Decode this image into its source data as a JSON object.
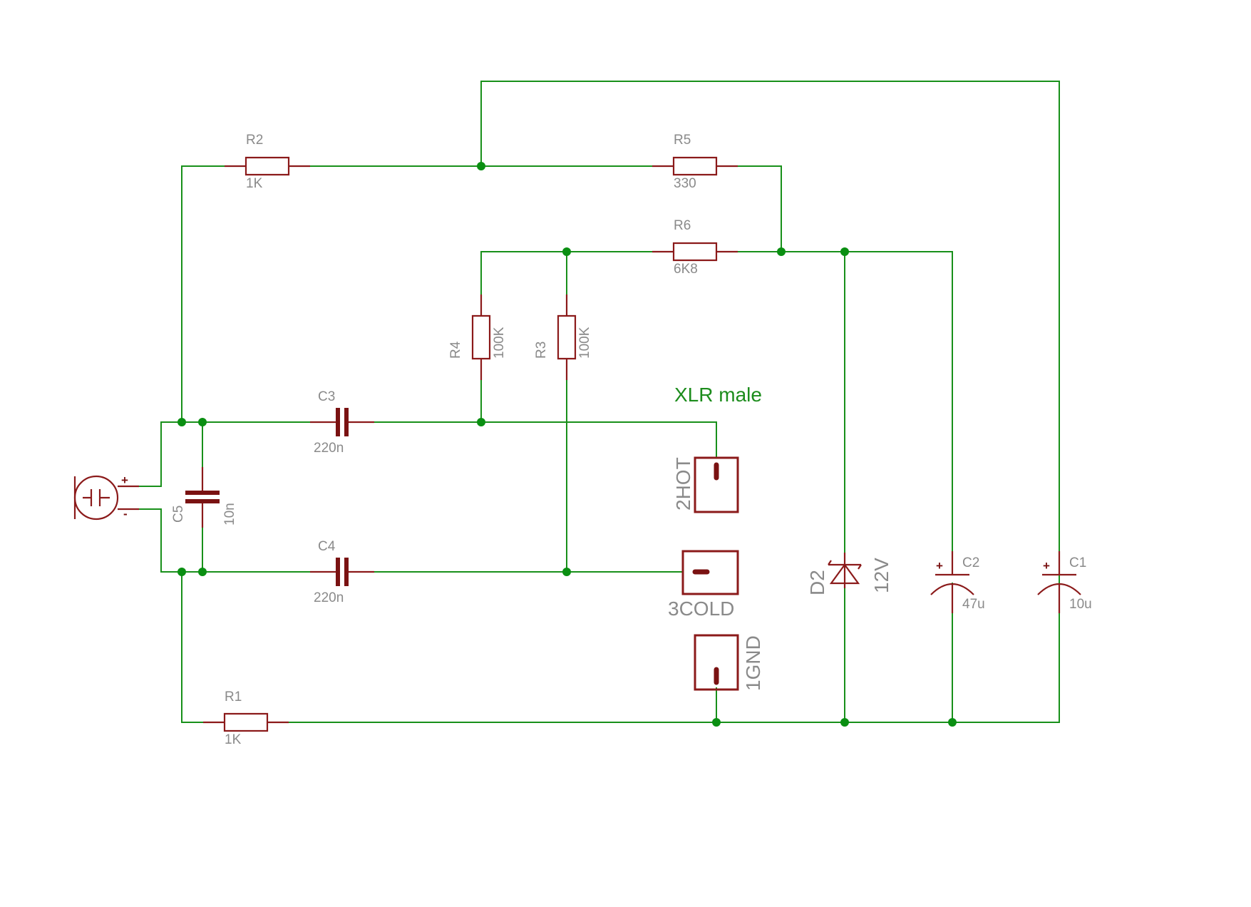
{
  "title": "XLR male",
  "colors": {
    "wire": "#18901a",
    "junction": "#0a8f12",
    "component": "#8b1a1a",
    "label": "#8a8a8a",
    "title": "#1c8c1c"
  },
  "components": {
    "R1": {
      "name": "R1",
      "value": "1K"
    },
    "R2": {
      "name": "R2",
      "value": "1K"
    },
    "R3": {
      "name": "R3",
      "value": "100K"
    },
    "R4": {
      "name": "R4",
      "value": "100K"
    },
    "R5": {
      "name": "R5",
      "value": "330"
    },
    "R6": {
      "name": "R6",
      "value": "6K8"
    },
    "C1": {
      "name": "C1",
      "value": "10u",
      "polarity": "+"
    },
    "C2": {
      "name": "C2",
      "value": "47u",
      "polarity": "+"
    },
    "C3": {
      "name": "C3",
      "value": "220n"
    },
    "C4": {
      "name": "C4",
      "value": "220n"
    },
    "C5": {
      "name": "C5",
      "value": "10n"
    },
    "D2": {
      "name": "D2",
      "value": "12V"
    },
    "MIC": {
      "plus": "+",
      "minus": "-"
    }
  },
  "xlr": {
    "pin2": "2HOT",
    "pin3": "3COLD",
    "pin1": "1GND"
  },
  "icons": {
    "microphone": "electret-mic-icon",
    "zener": "zener-diode-icon",
    "resistor": "resistor-icon",
    "capacitor": "capacitor-icon",
    "pin": "connector-pin-icon"
  }
}
